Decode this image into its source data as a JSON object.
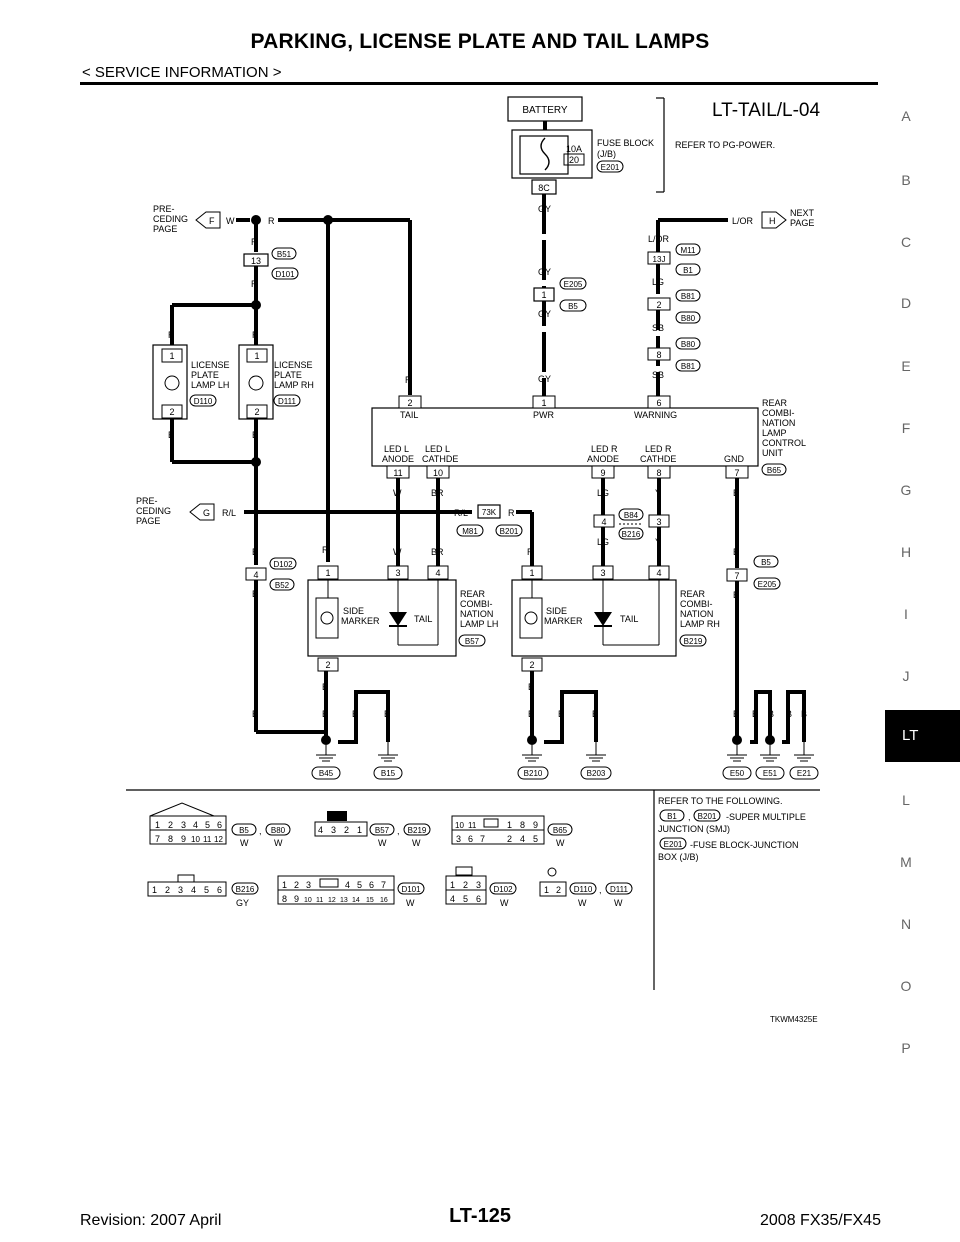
{
  "header": {
    "title": "PARKING, LICENSE PLATE AND TAIL LAMPS",
    "subtitle": "< SERVICE INFORMATION >"
  },
  "side_index": [
    "A",
    "B",
    "C",
    "D",
    "E",
    "F",
    "G",
    "H",
    "I",
    "J",
    "LT",
    "L",
    "M",
    "N",
    "O",
    "P"
  ],
  "side_active": "LT",
  "footer": {
    "revision": "Revision: 2007 April",
    "page": "LT-125",
    "model": "2008 FX35/FX45"
  },
  "diagram": {
    "code": "LT-TAIL/L-04",
    "figure_id": "TKWM4325E",
    "battery": "BATTERY",
    "fuse_amp": "10A",
    "fuse_no": "20",
    "fuse_block": "FUSE BLOCK",
    "fuse_block_jb": "(J/B)",
    "fuse_conn": "E201",
    "fuse_term": "8C",
    "refer_power": "REFER TO PG-POWER.",
    "preceding_page": [
      "PRE-",
      "CEDING",
      "PAGE"
    ],
    "next_page": [
      "NEXT",
      "PAGE"
    ],
    "conn_f": "F",
    "conn_g": "G",
    "conn_h": "H",
    "wire_w": "W",
    "wire_r": "R",
    "wire_gy": "GY",
    "wire_lor": "L/OR",
    "wire_lg": "LG",
    "wire_sb": "SB",
    "wire_b": "B",
    "wire_rl": "R/L",
    "wire_br": "BR",
    "wire_y": "Y",
    "conn_b51": "B51",
    "conn_d101": "D101",
    "term_13": "13",
    "term_13j": "13J",
    "conn_e205": "E205",
    "conn_b5": "B5",
    "conn_m11": "M11",
    "conn_b1": "B1",
    "conn_b81": "B81",
    "conn_b80": "B80",
    "lamp_lh": [
      "LICENSE",
      "PLATE",
      "LAMP LH"
    ],
    "lamp_rh": [
      "LICENSE",
      "PLATE",
      "LAMP RH"
    ],
    "conn_d110": "D110",
    "conn_d111": "D111",
    "unit_name": [
      "REAR",
      "COMBI-",
      "NATION",
      "LAMP",
      "CONTROL",
      "UNIT"
    ],
    "unit_conn": "B65",
    "pin_tail": "TAIL",
    "pin_pwr": "PWR",
    "pin_warning": "WARNING",
    "pin_ledl_anode": [
      "LED L",
      "ANODE"
    ],
    "pin_ledl_cathode": [
      "LED L",
      "CATHDE"
    ],
    "pin_ledr_anode": [
      "LED R",
      "ANODE"
    ],
    "pin_ledr_cathode": [
      "LED R",
      "CATHDE"
    ],
    "pin_gnd": "GND",
    "term_1": "1",
    "term_2": "2",
    "term_3": "3",
    "term_4": "4",
    "term_6": "6",
    "term_7": "7",
    "term_8": "8",
    "term_9": "9",
    "term_10": "10",
    "term_11": "11",
    "term_73k": "73K",
    "conn_m81": "M81",
    "conn_b201": "B201",
    "conn_b84": "B84",
    "conn_b216": "B216",
    "conn_d102": "D102",
    "conn_b52": "B52",
    "side_marker": [
      "SIDE",
      "MARKER"
    ],
    "tail": "TAIL",
    "rear_lamp_lh": [
      "REAR",
      "COMBI-",
      "NATION",
      "LAMP LH"
    ],
    "rear_lamp_rh": [
      "REAR",
      "COMBI-",
      "NATION",
      "LAMP RH"
    ],
    "conn_b57": "B57",
    "conn_b219": "B219",
    "grounds": [
      "B45",
      "B15",
      "B210",
      "B203",
      "E50",
      "E51",
      "E21"
    ],
    "refer_following": "REFER TO THE FOLLOWING.",
    "smj_text": [
      "-SUPER MULTIPLE",
      "JUNCTION (SMJ)"
    ],
    "jb_text": [
      "-FUSE BLOCK-JUNCTION",
      "BOX (J/B)"
    ],
    "comma": ",",
    "conn_colors": {
      "w": "W",
      "gy": "GY"
    },
    "grid_b5_row1": [
      "1",
      "2",
      "3",
      "4",
      "5",
      "6"
    ],
    "grid_b5_row2": [
      "7",
      "8",
      "9",
      "10",
      "11",
      "12"
    ],
    "grid_b57": [
      "4",
      "3",
      "2",
      "1"
    ],
    "grid_b65_row1": [
      "10",
      "11",
      "1",
      "8",
      "9"
    ],
    "grid_b65_row2": [
      "3",
      "6",
      "7",
      "2",
      "4",
      "5"
    ],
    "grid_b216": [
      "1",
      "2",
      "3",
      "4",
      "5",
      "6"
    ],
    "grid_d101_row1": [
      "1",
      "2",
      "3",
      "4",
      "5",
      "6",
      "7"
    ],
    "grid_d101_row2": [
      "8",
      "9",
      "10",
      "11",
      "12",
      "13",
      "14",
      "15",
      "16"
    ],
    "grid_d102_row1": [
      "1",
      "2",
      "3"
    ],
    "grid_d102_row2": [
      "4",
      "5",
      "6"
    ],
    "grid_d110": [
      "1",
      "2"
    ]
  }
}
